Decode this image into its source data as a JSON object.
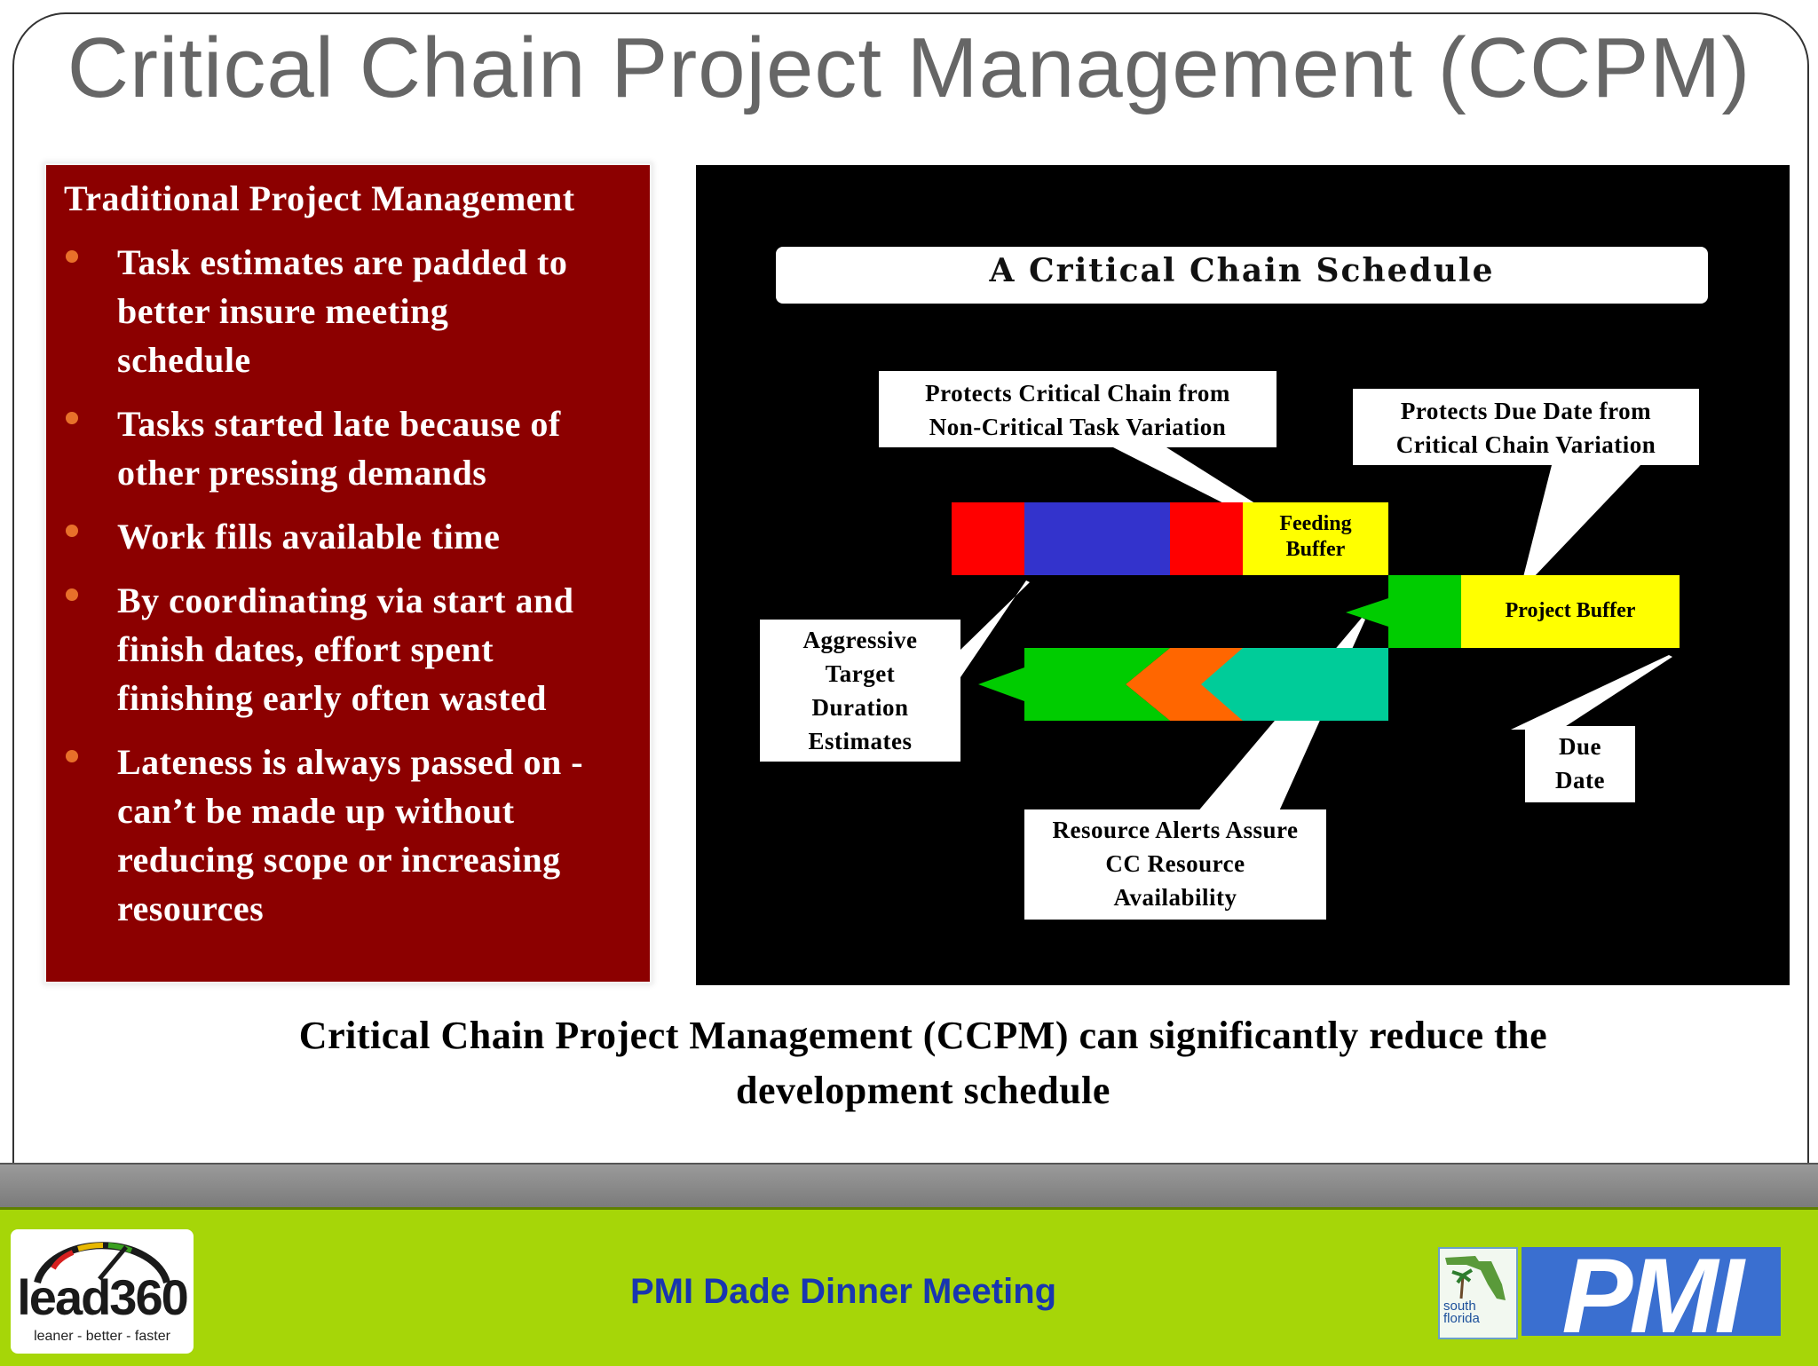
{
  "slide": {
    "title": "Critical Chain Project Management (CCPM)",
    "caption_line1": "Critical Chain Project Management (CCPM) can significantly reduce the",
    "caption_line2": "development schedule"
  },
  "left_panel": {
    "heading": "Traditional Project Management",
    "bullets": [
      {
        "lines": [
          "Task estimates are padded to",
          "better insure meeting",
          "schedule"
        ]
      },
      {
        "lines": [
          "Tasks started late because of",
          "other pressing demands"
        ]
      },
      {
        "lines": [
          "Work fills available time"
        ]
      },
      {
        "lines": [
          "By coordinating via start and",
          "finish dates, effort spent",
          "finishing early often wasted"
        ]
      },
      {
        "lines": [
          "Lateness is always passed on -",
          "can’t be made up without",
          "reducing scope or increasing",
          "resources"
        ]
      }
    ]
  },
  "diagram": {
    "title": "A Critical Chain Schedule",
    "callouts": {
      "feeding": [
        "Protects Critical Chain from",
        "Non-Critical Task Variation"
      ],
      "due_protect": [
        "Protects Due Date from",
        "Critical Chain Variation"
      ],
      "aggressive": [
        "Aggressive",
        "Target",
        "Duration",
        "Estimates"
      ],
      "due_date": [
        "Due",
        "Date"
      ],
      "resource": [
        "Resource Alerts Assure",
        "CC Resource",
        "Availability"
      ]
    },
    "bar_labels": {
      "feeding_buffer": [
        "Feeding",
        "Buffer"
      ],
      "project_buffer": "Project Buffer"
    },
    "colors": {
      "red": "#ff0000",
      "blue": "#3333cc",
      "yellow": "#ffff00",
      "green": "#00cc00",
      "orange": "#ff6600",
      "teal": "#00cc99"
    }
  },
  "footer": {
    "meeting": "PMI Dade Dinner Meeting",
    "logo_left_name": "lead360",
    "logo_left_tagline": "leaner - better - faster",
    "logo_right_region": [
      "south",
      "florida"
    ],
    "logo_right_name": "PMI"
  }
}
